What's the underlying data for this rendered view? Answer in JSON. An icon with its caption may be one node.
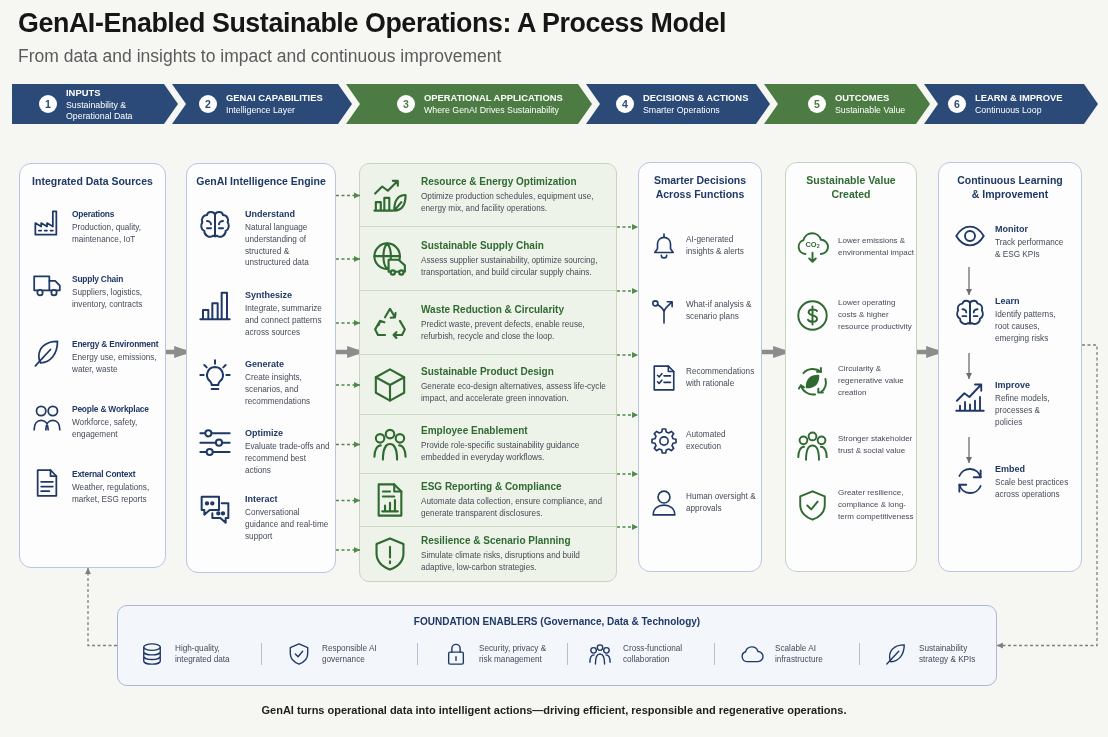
{
  "diagram": {
    "title": "GenAI-Enabled Sustainable Operations: A Process Model",
    "caption": "GenAI turns operational data into intelligent actions—driving efficient, responsible and regenerative operations.",
    "nodes": [
      {
        "text": [
          "1",
          "INPUTS",
          "Sustainability & Operational Data"
        ]
      },
      {
        "text": [
          "2",
          "GENAI CAPABILITIES",
          "Intelligence Layer"
        ]
      },
      {
        "text": [
          "3",
          "OPERATIONAL APPLICATIONS",
          "Where GenAI Drives Sustainability"
        ]
      },
      {
        "text": [
          "4",
          "DECISIONS & ACTIONS",
          "Smarter Operations"
        ]
      },
      {
        "text": [
          "5",
          "OUTCOMES",
          "Sustainable Value"
        ]
      },
      {
        "text": [
          "6",
          "LEARN & IMPROVE",
          "Continuous Loop"
        ]
      },
      {
        "text": [
          "Integrated Data Sources",
          "Operations",
          "Production, quality, maintenance, IoT",
          "Supply Chain",
          "Suppliers, logistics, inventory, contracts",
          "Energy & Environment",
          "Energy use, emissions, water, waste",
          "People & Workplace",
          "Workforce, safety, engagement",
          "External Context",
          "Weather, regulations, market, ESG reports"
        ]
      },
      {
        "text": [
          "GenAI Intelligence Engine",
          "Understand",
          "Natural language understanding of structured & unstructured data",
          "Synthesize",
          "Integrate, summarize and connect patterns across sources",
          "Generate",
          "Create insights, scenarios, and recommendations",
          "Optimize",
          "Evaluate trade-offs and recommend best actions",
          "Interact",
          "Conversational guidance and real-time support"
        ]
      },
      {
        "text": [],
        "shape": "box"
      },
      {
        "text": [
          "Resource & Energy Optimization",
          "Optimize production schedules, equipment use, energy mix, and facility operations."
        ],
        "in": 8
      },
      {
        "text": [
          "Sustainable Supply Chain",
          "Assess supplier sustainability, optimize sourcing, transportation, and build circular supply chains."
        ],
        "in": 8
      },
      {
        "text": [
          "Waste Reduction & Circularity",
          "Predict waste, prevent defects, enable reuse, refurbish, recycle and close the loop."
        ],
        "in": 8
      },
      {
        "text": [
          "Sustainable Product Design",
          "Generate eco-design alternatives, assess life-cycle impact, and accelerate green innovation."
        ],
        "in": 8
      },
      {
        "text": [
          "Employee Enablement",
          "Provide role-specific sustainability guidance embedded in everyday workflows."
        ],
        "in": 8
      },
      {
        "text": [
          "ESG Reporting & Compliance",
          "Automate data collection, ensure compliance, and generate transparent disclosures."
        ],
        "in": 8
      },
      {
        "text": [
          "Resilience & Scenario Planning",
          "Simulate climate risks, disruptions and build adaptive, low-carbon strategies."
        ],
        "in": 8
      },
      {
        "text": [
          "Smarter Decisions Across Functions",
          "AI-generated insights & alerts",
          "What-if analysis & scenario plans",
          "Recommendations with rationale",
          "Automated execution",
          "Human oversight & approvals"
        ]
      },
      {
        "text": [
          "Sustainable Value Created",
          "Lower emissions & environmental impact",
          "Lower operating costs & higher resource productivity",
          "Circularity & regenerative value creation",
          "Stronger stakeholder trust & social value",
          "Greater resilience, compliance & long-term competitiveness"
        ]
      },
      {
        "text": [
          "Continuous Learning & Improvement"
        ]
      },
      {
        "text": [
          "Monitor",
          "Track performance & ESG KPIs"
        ],
        "in": 18
      },
      {
        "text": [
          "Learn",
          "Identify patterns, root causes, emerging risks"
        ],
        "in": 18
      },
      {
        "text": [
          "Improve",
          "Refine models, processes & policies"
        ],
        "in": 18
      },
      {
        "text": [
          "Embed",
          "Scale best practices across operations"
        ],
        "in": 18
      },
      {
        "text": [
          "FOUNDATION ENABLERS (Governance, Data & Technology)",
          "High-quality, integrated data",
          "Responsible AI governance",
          "Security, privacy & risk management",
          "Cross-functional collaboration",
          "Scalable AI infrastructure",
          "Sustainability strategy & KPIs"
        ]
      }
    ],
    "edges": [
      {
        "from": 6,
        "to": 7,
        "arrow": "to",
        "style": "thick",
        "color": "#8c8c8c"
      },
      {
        "from": 7,
        "to": 8,
        "arrow": "to",
        "style": "thick",
        "color": "#8c8c8c"
      },
      {
        "from": 7,
        "to": 9,
        "arrow": "to",
        "style": "dashed"
      },
      {
        "from": 7,
        "to": 10,
        "arrow": "to",
        "style": "dashed"
      },
      {
        "from": 7,
        "to": 11,
        "arrow": "to",
        "style": "dashed"
      },
      {
        "from": 7,
        "to": 12,
        "arrow": "to",
        "style": "dashed"
      },
      {
        "from": 7,
        "to": 13,
        "arrow": "to",
        "style": "dashed"
      },
      {
        "from": 7,
        "to": 14,
        "arrow": "to",
        "style": "dashed"
      },
      {
        "from": 7,
        "to": 15,
        "arrow": "to",
        "style": "dashed"
      },
      {
        "from": 8,
        "to": 16,
        "arrow": "to",
        "style": "dashed"
      },
      {
        "from": 8,
        "to": 16,
        "arrow": "to",
        "style": "dashed"
      },
      {
        "from": 8,
        "to": 16,
        "arrow": "to",
        "style": "dashed"
      },
      {
        "from": 8,
        "to": 16,
        "arrow": "to",
        "style": "dashed"
      },
      {
        "from": 8,
        "to": 16,
        "arrow": "to",
        "style": "dashed"
      },
      {
        "from": 8,
        "to": 16,
        "arrow": "to",
        "style": "dashed"
      },
      {
        "from": 16,
        "to": 17,
        "arrow": "to",
        "style": "thick",
        "color": "#8c8c8c"
      },
      {
        "from": 17,
        "to": 18,
        "arrow": "to",
        "style": "thick",
        "color": "#8c8c8c"
      },
      {
        "from": 19,
        "to": 20,
        "arrow": "to",
        "color": "#6e6e6e"
      },
      {
        "from": 20,
        "to": 21,
        "arrow": "to",
        "color": "#6e6e6e"
      },
      {
        "from": 21,
        "to": 22,
        "arrow": "to",
        "color": "#6e6e6e"
      },
      {
        "from": 18,
        "to": 23,
        "arrow": "to",
        "style": "dashed",
        "color": "#7f7f7f"
      },
      {
        "from": 23,
        "to": 6,
        "arrow": "to",
        "style": "dashed",
        "color": "#7f7f7f"
      }
    ],
    "labels": [
      "From data and insights to impact and continuous improvement",
      "CO$_{2}$"
    ]
  }
}
